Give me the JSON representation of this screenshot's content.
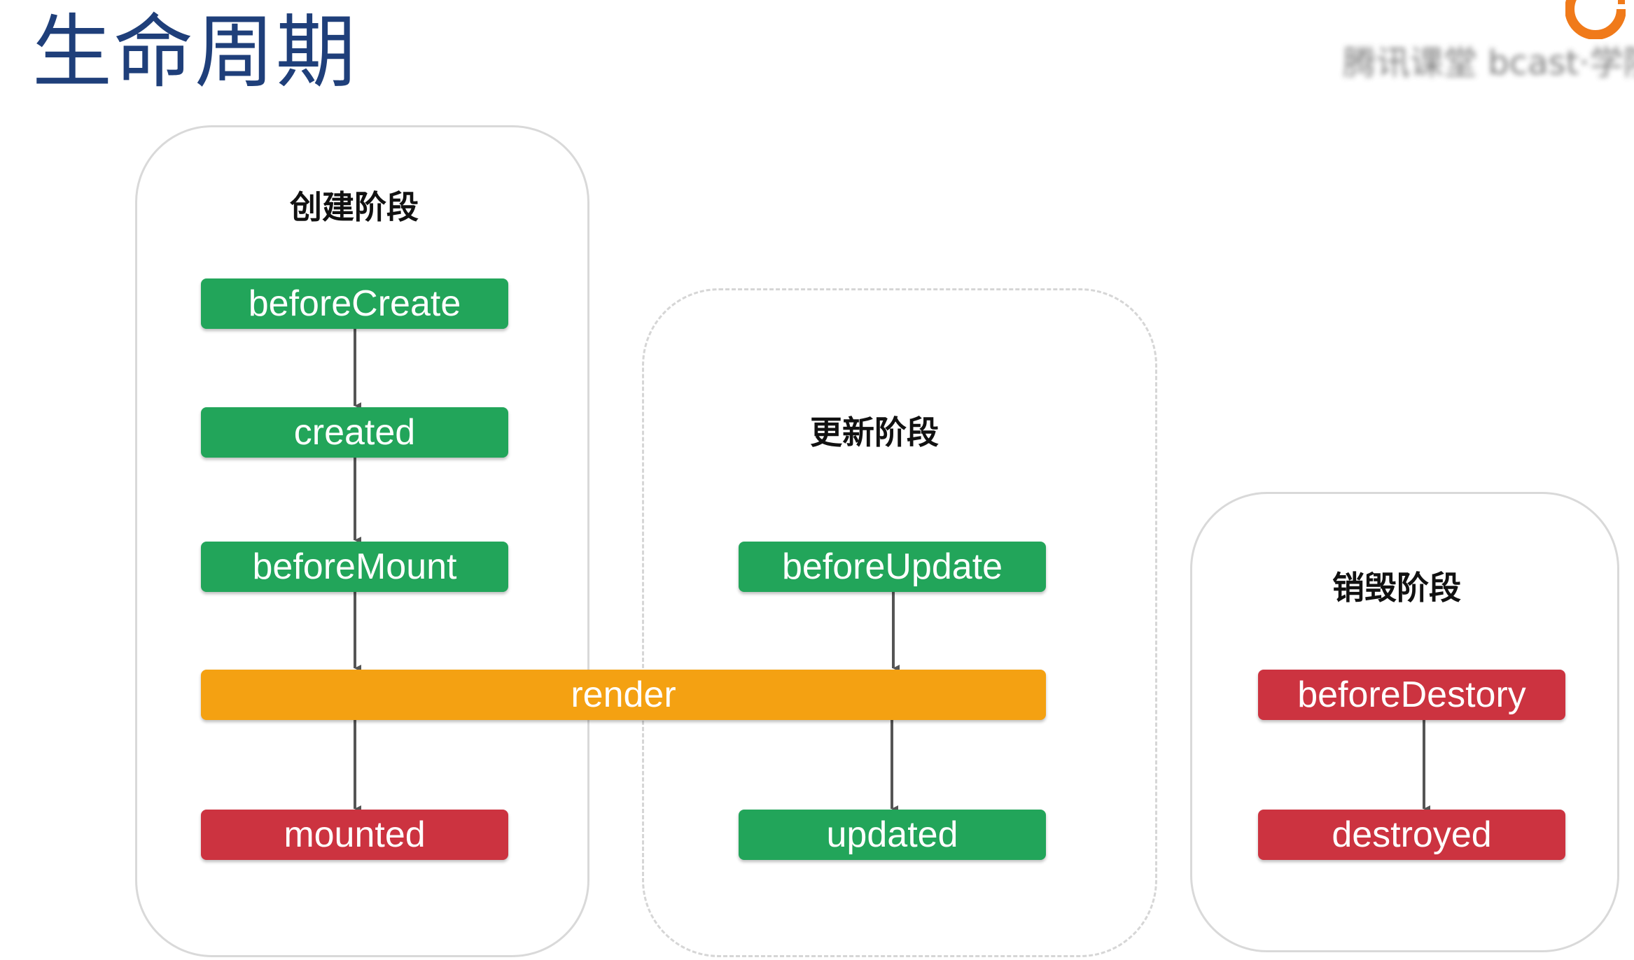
{
  "title": "生命周期",
  "watermark": "腾讯课堂 bcast·学院",
  "logo_icon": "orange-circular-logo-icon",
  "colors": {
    "title": "#1f3f7a",
    "hook_green": "#22a55a",
    "hook_red": "#cc3340",
    "render_orange": "#f4a112",
    "arrow": "#555555"
  },
  "phases": {
    "create": {
      "label": "创建阶段",
      "hooks": [
        "beforeCreate",
        "created",
        "beforeMount"
      ],
      "after_render": "mounted"
    },
    "update": {
      "label": "更新阶段",
      "hooks": [
        "beforeUpdate"
      ],
      "after_render": "updated"
    },
    "destroy": {
      "label": "销毁阶段",
      "hooks": [
        "beforeDestory",
        "destroyed"
      ]
    }
  },
  "render": "render"
}
